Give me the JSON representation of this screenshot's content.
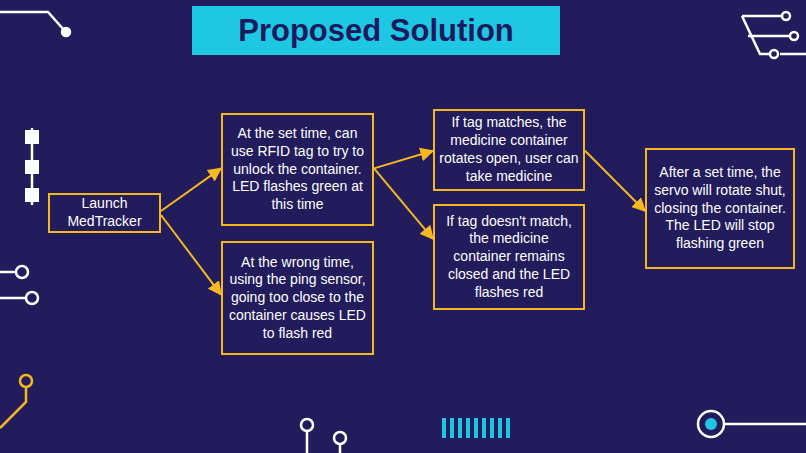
{
  "diagram": {
    "title": "Proposed Solution",
    "nodes": [
      {
        "text": [
          "Launch MedTracker"
        ]
      },
      {
        "text": [
          "At the set time, can use RFID tag to try to unlock the container. LED flashes green at this time"
        ]
      },
      {
        "text": [
          "At the wrong time, using the ping sensor, going too close to the container causes LED to flash red"
        ]
      },
      {
        "text": [
          "If tag matches, the medicine container rotates open, user can take medicine"
        ]
      },
      {
        "text": [
          "If tag doesn't match, the medicine container remains closed and the LED flashes red"
        ]
      },
      {
        "text": [
          "After a set time, the servo will rotate shut, closing the container. The LED will stop flashing green"
        ]
      }
    ],
    "edges": [
      {
        "from": 0,
        "to": 1,
        "arrow": "to"
      },
      {
        "from": 0,
        "to": 2,
        "arrow": "to"
      },
      {
        "from": 1,
        "to": 3,
        "arrow": "to"
      },
      {
        "from": 1,
        "to": 4,
        "arrow": "to"
      },
      {
        "from": 3,
        "to": 5,
        "arrow": "to"
      }
    ]
  }
}
